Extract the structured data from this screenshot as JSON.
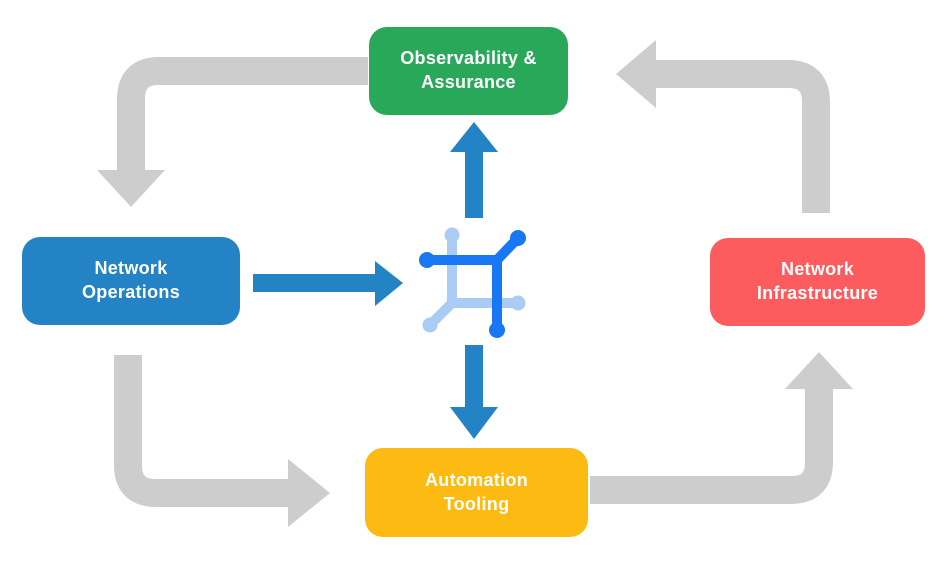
{
  "diagram": {
    "nodes": [
      {
        "id": "observability-assurance",
        "label": "Observability & Assurance",
        "lines": [
          "Observability &",
          "Assurance"
        ],
        "color": "#2AA85A"
      },
      {
        "id": "network-operations",
        "label": "Network Operations",
        "lines": [
          "Network",
          "Operations"
        ],
        "color": "#2383C4"
      },
      {
        "id": "network-infrastructure",
        "label": "Network Infrastructure",
        "lines": [
          "Network",
          "Infrastructure"
        ],
        "color": "#FD5C5E"
      },
      {
        "id": "automation-tooling",
        "label": "Automation Tooling",
        "lines": [
          "Automation",
          "Tooling"
        ],
        "color": "#FCBA12"
      }
    ],
    "center_icon": "network-mesh-icon",
    "arrows": [
      {
        "from": "observability-assurance",
        "to": "network-operations",
        "style": "gray-cycle"
      },
      {
        "from": "network-operations",
        "to": "automation-tooling",
        "style": "gray-cycle"
      },
      {
        "from": "automation-tooling",
        "to": "network-infrastructure",
        "style": "gray-cycle"
      },
      {
        "from": "network-infrastructure",
        "to": "observability-assurance",
        "style": "gray-cycle"
      },
      {
        "from": "network-operations",
        "to": "center-icon",
        "style": "blue"
      },
      {
        "from": "center-icon",
        "to": "observability-assurance",
        "style": "blue"
      },
      {
        "from": "center-icon",
        "to": "automation-tooling",
        "style": "blue"
      }
    ],
    "colors": {
      "arrow_gray": "#CDCDCD",
      "arrow_blue": "#2383C4",
      "icon_dark_blue": "#1877F2",
      "icon_light_blue": "#A9CBF4",
      "node_text": "#FFFFFF",
      "background": "#FFFFFF"
    }
  }
}
